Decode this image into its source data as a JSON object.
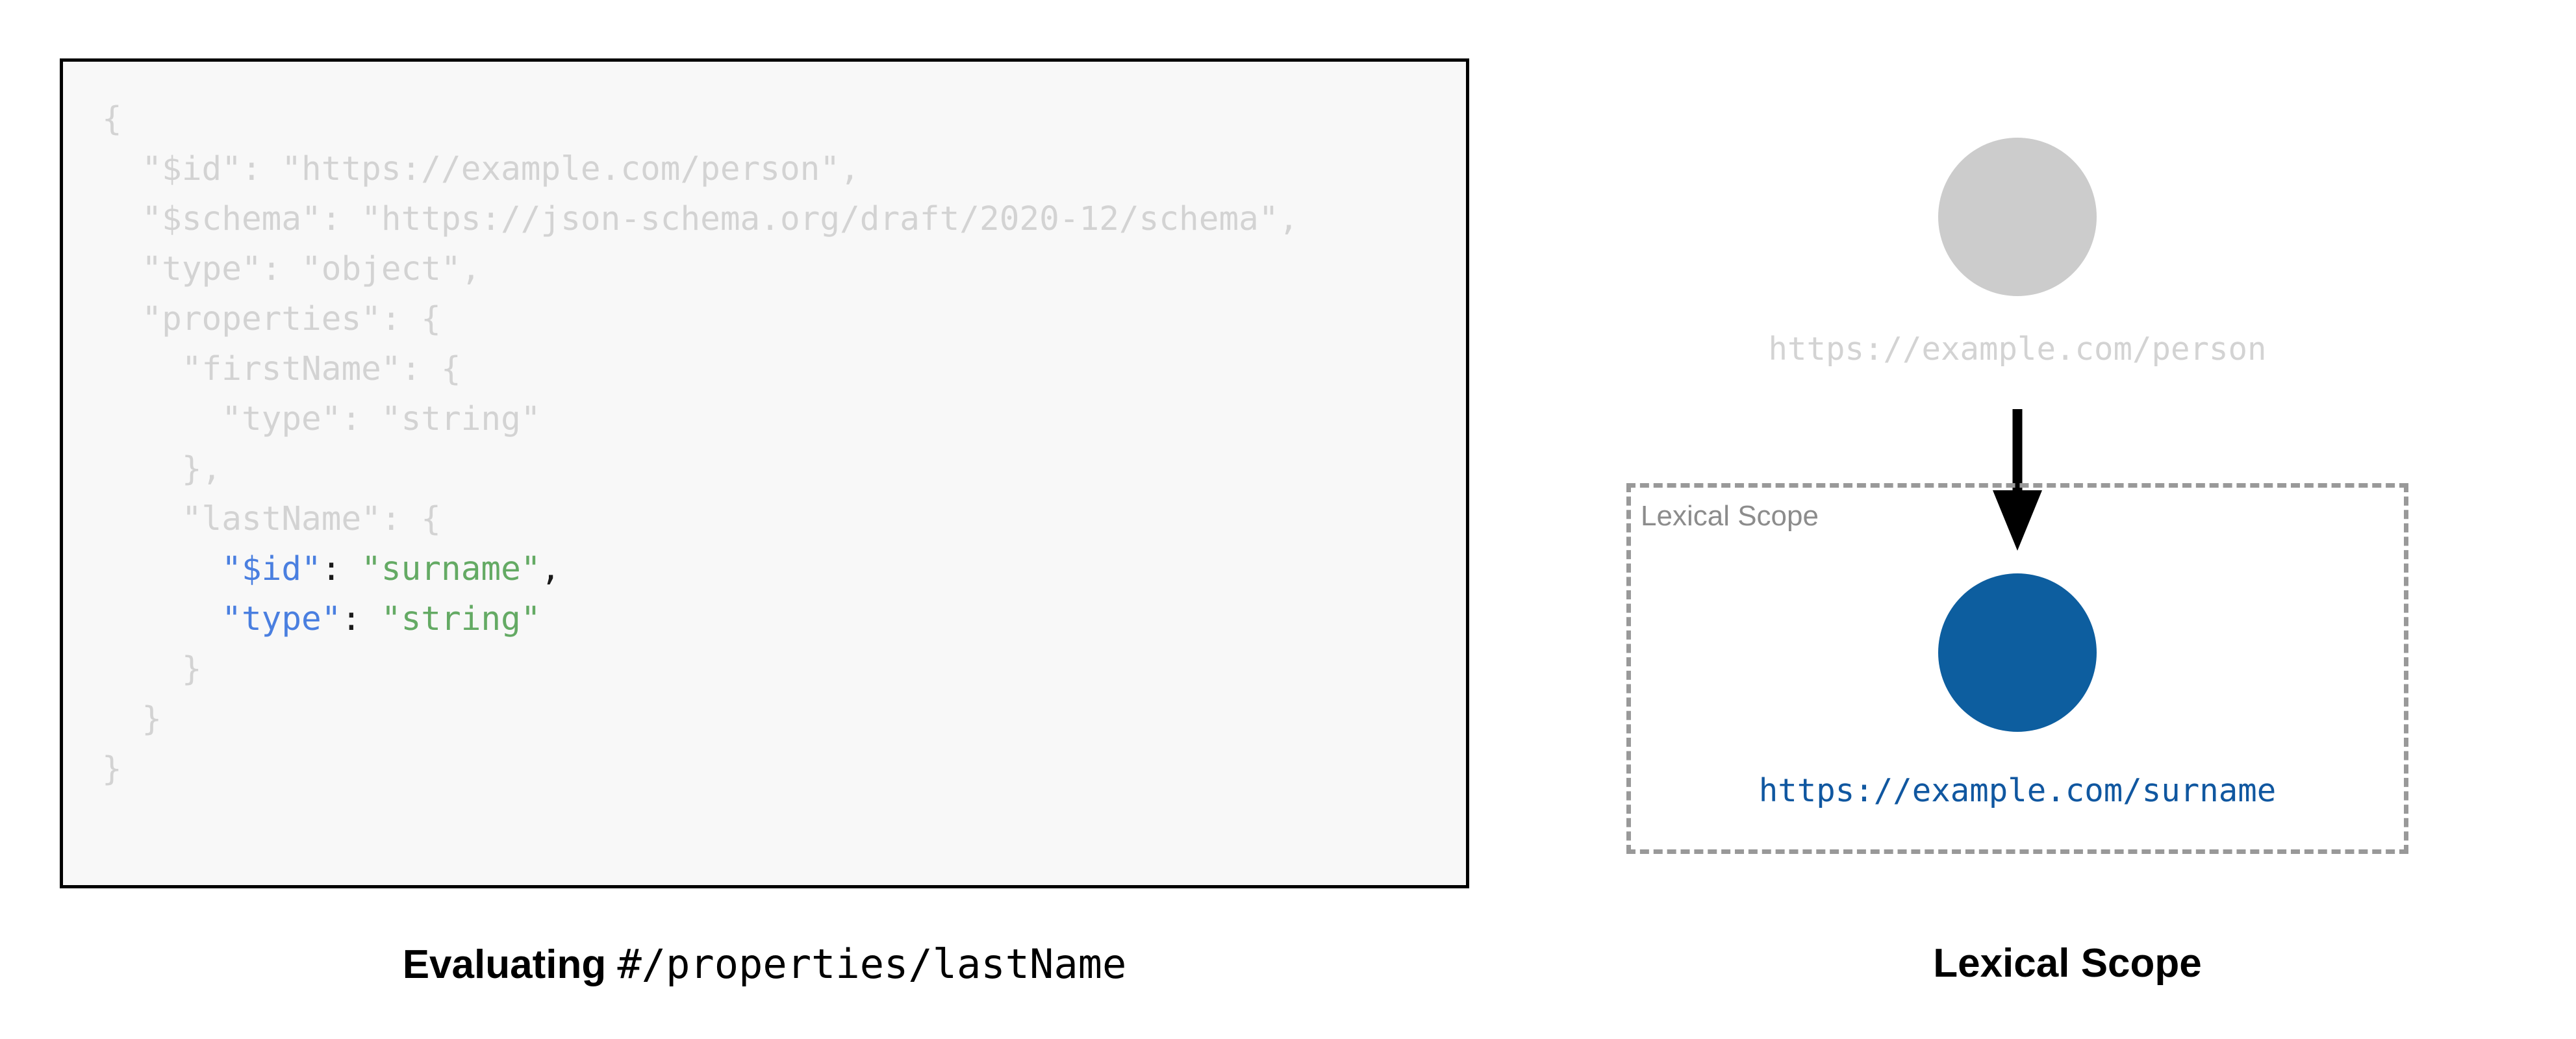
{
  "code_panel": {
    "language": "json",
    "lines": [
      {
        "indent": 0,
        "segments": [
          {
            "text": "{",
            "style": "dim"
          }
        ]
      },
      {
        "indent": 1,
        "segments": [
          {
            "text": "\"$id\": \"https://example.com/person\",",
            "style": "dim"
          }
        ]
      },
      {
        "indent": 1,
        "segments": [
          {
            "text": "\"$schema\": \"https://json-schema.org/draft/2020-12/schema\",",
            "style": "dim"
          }
        ]
      },
      {
        "indent": 1,
        "segments": [
          {
            "text": "\"type\": \"object\",",
            "style": "dim"
          }
        ]
      },
      {
        "indent": 1,
        "segments": [
          {
            "text": "\"properties\": {",
            "style": "dim"
          }
        ]
      },
      {
        "indent": 2,
        "segments": [
          {
            "text": "\"firstName\": {",
            "style": "dim"
          }
        ]
      },
      {
        "indent": 3,
        "segments": [
          {
            "text": "\"type\": \"string\"",
            "style": "dim"
          }
        ]
      },
      {
        "indent": 2,
        "segments": [
          {
            "text": "},",
            "style": "dim"
          }
        ]
      },
      {
        "indent": 2,
        "segments": [
          {
            "text": "\"lastName\": {",
            "style": "dim"
          }
        ]
      },
      {
        "indent": 3,
        "segments": [
          {
            "text": "\"$id\"",
            "style": "key"
          },
          {
            "text": ": ",
            "style": "punc"
          },
          {
            "text": "\"surname\"",
            "style": "str"
          },
          {
            "text": ",",
            "style": "punc"
          }
        ]
      },
      {
        "indent": 3,
        "segments": [
          {
            "text": "\"type\"",
            "style": "key"
          },
          {
            "text": ": ",
            "style": "punc"
          },
          {
            "text": "\"string\"",
            "style": "str"
          }
        ]
      },
      {
        "indent": 2,
        "segments": [
          {
            "text": "}",
            "style": "dim"
          }
        ]
      },
      {
        "indent": 1,
        "segments": [
          {
            "text": "}",
            "style": "dim"
          }
        ]
      },
      {
        "indent": 0,
        "segments": [
          {
            "text": "}",
            "style": "dim"
          }
        ]
      }
    ],
    "colors": {
      "dim": "#d3d3d3",
      "key": "#4a7fe0",
      "string": "#64aa64",
      "punctuation": "#1a1a1a",
      "background": "#f8f8f8",
      "border": "#000000"
    }
  },
  "captions": {
    "left": {
      "bold_text": "Evaluating",
      "mono_text": "#/properties/lastName"
    },
    "right": {
      "bold_text": "Lexical Scope"
    }
  },
  "diagram": {
    "root_node": {
      "label": "https://example.com/person",
      "color": "#cccccc",
      "label_color": "#d3d3d3"
    },
    "child_node": {
      "label": "https://example.com/surname",
      "color": "#0d5e9f",
      "label_color": "#1057a0"
    },
    "scope_box": {
      "label": "Lexical Scope",
      "border_color": "#999999",
      "label_color": "#8c8c8c",
      "border_style": "dashed"
    },
    "arrow": {
      "color": "#000000",
      "direction": "down"
    }
  }
}
